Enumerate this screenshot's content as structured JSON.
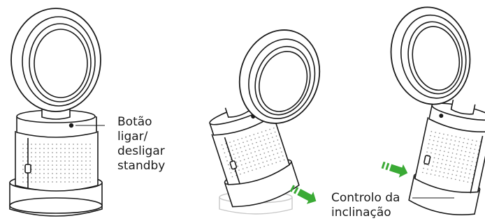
{
  "labels": {
    "standby_button": [
      "Botão",
      "ligar/",
      "desligar",
      "standby"
    ],
    "tilt_control": [
      "Controlo da",
      "inclinação"
    ]
  },
  "colors": {
    "line": "#1a1a1a",
    "ghost": "#c8c8c8",
    "arrow": "#3aaa35",
    "body": "#ffffff"
  },
  "icons": [
    "standby-button-icon",
    "tilt-arrow-icon"
  ]
}
